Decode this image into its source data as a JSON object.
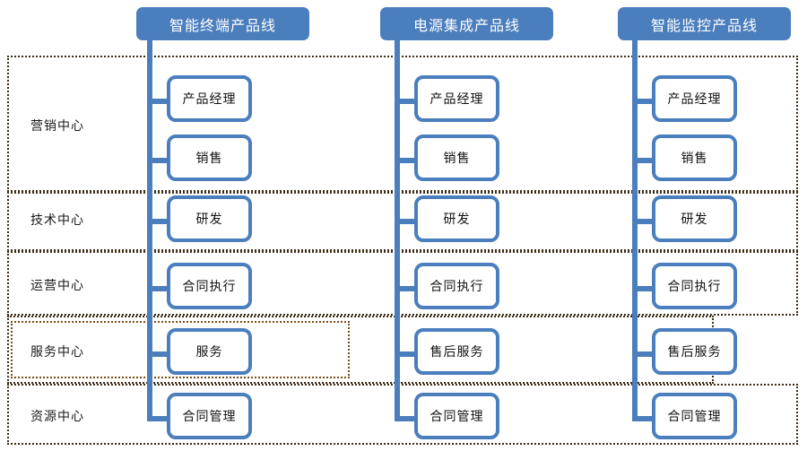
{
  "diagram": {
    "title_bar_color": "#4b7ebd",
    "node_border_color": "#4b7ebd",
    "region_border_color": "#3b2c18",
    "region_border_alt_color": "#7a4a12",
    "background": "#ffffff",
    "product_lines": [
      {
        "id": "line-1",
        "label": "智能终端产品线"
      },
      {
        "id": "line-2",
        "label": "电源集成产品线"
      },
      {
        "id": "line-3",
        "label": "智能监控产品线"
      }
    ],
    "centers": [
      {
        "id": "center-marketing",
        "label": "营销中心"
      },
      {
        "id": "center-technology",
        "label": "技术中心"
      },
      {
        "id": "center-operations",
        "label": "运营中心"
      },
      {
        "id": "center-service",
        "label": "服务中心"
      },
      {
        "id": "center-resource",
        "label": "资源中心"
      }
    ],
    "roles": {
      "line-1": [
        {
          "center": "营销中心",
          "label": "产品经理"
        },
        {
          "center": "营销中心",
          "label": "销售"
        },
        {
          "center": "技术中心",
          "label": "研发"
        },
        {
          "center": "运营中心",
          "label": "合同执行"
        },
        {
          "center": "服务中心",
          "label": "服务"
        },
        {
          "center": "资源中心",
          "label": "合同管理"
        }
      ],
      "line-2": [
        {
          "center": "营销中心",
          "label": "产品经理"
        },
        {
          "center": "营销中心",
          "label": "销售"
        },
        {
          "center": "技术中心",
          "label": "研发"
        },
        {
          "center": "运营中心",
          "label": "合同执行"
        },
        {
          "center": "服务中心",
          "label": "售后服务"
        },
        {
          "center": "资源中心",
          "label": "合同管理"
        }
      ],
      "line-3": [
        {
          "center": "营销中心",
          "label": "产品经理"
        },
        {
          "center": "营销中心",
          "label": "销售"
        },
        {
          "center": "技术中心",
          "label": "研发"
        },
        {
          "center": "运营中心",
          "label": "合同执行"
        },
        {
          "center": "服务中心",
          "label": "售后服务"
        },
        {
          "center": "资源中心",
          "label": "合同管理"
        }
      ]
    }
  }
}
